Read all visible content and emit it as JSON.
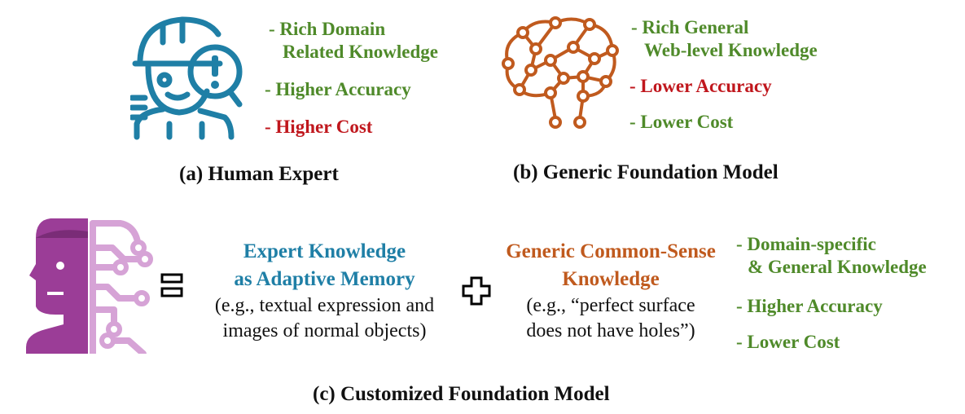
{
  "human": {
    "icon": "human-expert-icon",
    "items": [
      {
        "line1": "- Rich Domain",
        "line2": "Related Knowledge",
        "color": "#4f8a2a"
      },
      {
        "text": "- Higher Accuracy",
        "color": "#4f8a2a"
      },
      {
        "text": "- Higher Cost",
        "color": "#c0171d"
      }
    ],
    "caption": "(a) Human Expert"
  },
  "generic": {
    "icon": "brain-network-icon",
    "items": [
      {
        "line1": "- Rich General",
        "line2": "Web-level Knowledge",
        "color": "#4f8a2a"
      },
      {
        "text": "- Lower Accuracy",
        "color": "#c0171d"
      },
      {
        "text": "- Lower Cost",
        "color": "#4f8a2a"
      }
    ],
    "caption": "(b) Generic Foundation Model"
  },
  "customized": {
    "icon": "cyborg-head-icon",
    "equals_icon": "equals-icon",
    "plus_icon": "plus-icon",
    "expert": {
      "title1": "Expert Knowledge",
      "title2": "as Adaptive Memory",
      "desc1": "(e.g., textual expression and",
      "desc2": "images of normal objects)",
      "color": "#1f7fa6"
    },
    "common": {
      "title1": "Generic Common-Sense",
      "title2": "Knowledge",
      "desc1": "(e.g., “perfect surface",
      "desc2": "does not have holes”)",
      "color": "#c05a1e"
    },
    "items": [
      {
        "line1": "- Domain-specific",
        "line2": "& General Knowledge",
        "color": "#4f8a2a"
      },
      {
        "text": "- Higher Accuracy",
        "color": "#4f8a2a"
      },
      {
        "text": "- Lower Cost",
        "color": "#4f8a2a"
      }
    ],
    "caption": "(c) Customized Foundation Model"
  }
}
